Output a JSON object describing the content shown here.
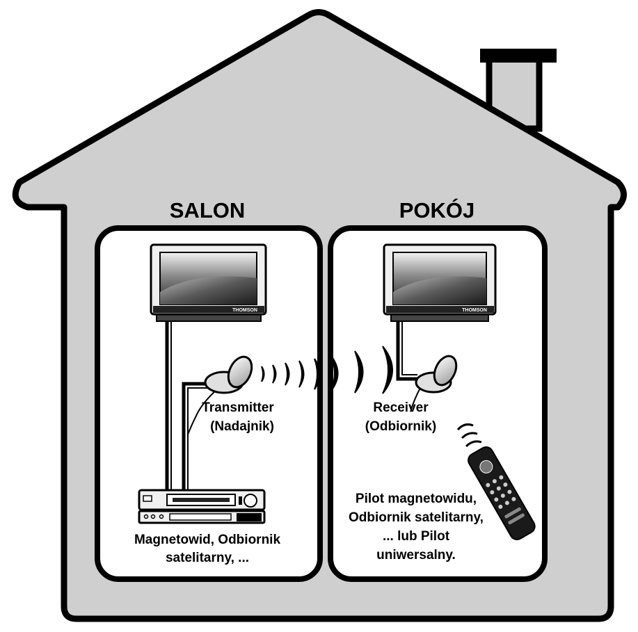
{
  "rooms": {
    "left": {
      "title": "SALON",
      "transmitter_label_1": "Transmitter",
      "transmitter_label_2": "(Nadajnik)",
      "devices_label_1": "Magnetowid, Odbiornik",
      "devices_label_2": "satelitarny, ..."
    },
    "right": {
      "title": "POKÓJ",
      "receiver_label_1": "Receiver",
      "receiver_label_2": "(Odbiornik)",
      "remote_label_1": "Pilot magnetowidu,",
      "remote_label_2": "Odbiornik satelitarny,",
      "remote_label_3": "... lub Pilot",
      "remote_label_4": "uniwersalny."
    }
  },
  "tv_brand": "THOMSON",
  "colors": {
    "house_fill": "#cfcfcf",
    "outline": "#000000",
    "room_fill": "#ffffff"
  }
}
